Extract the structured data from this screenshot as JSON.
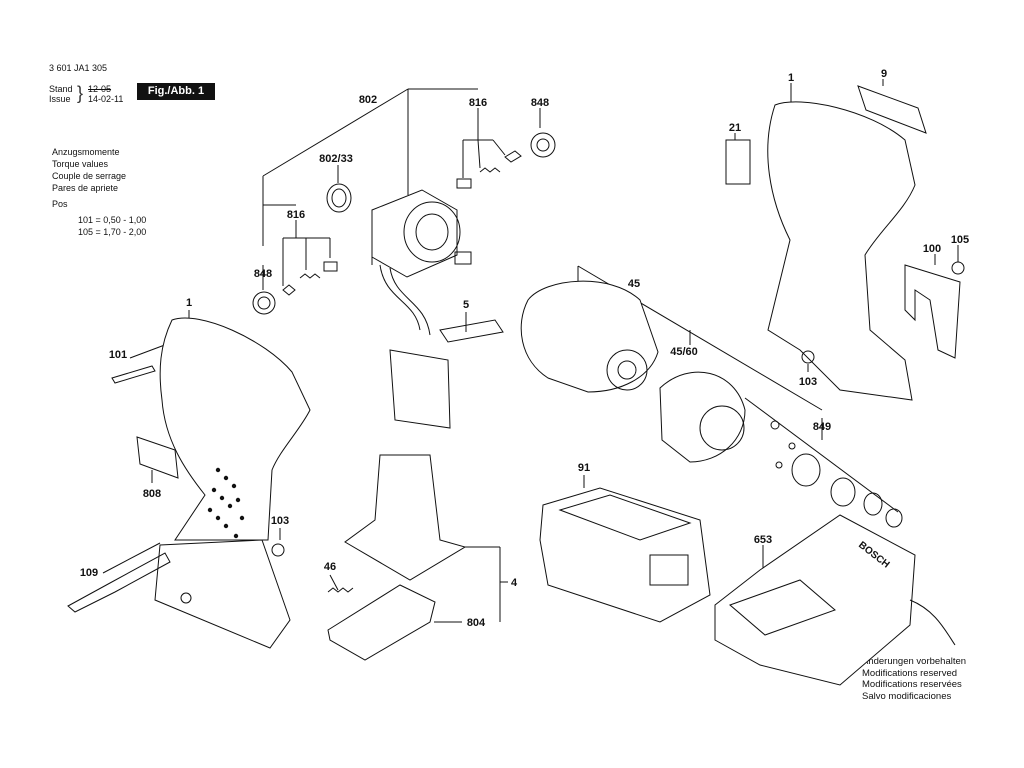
{
  "header": {
    "doc_number": "3 601 JA1 305",
    "stand_label": "Stand",
    "issue_label": "Issue",
    "stand_old": "12-05",
    "issue_date": "14-02-11",
    "figure_badge": "Fig./Abb. 1"
  },
  "torque": {
    "title_de": "Anzugsmomente",
    "title_en": "Torque values",
    "title_fr": "Couple de serrage",
    "title_es": "Pares de apriete",
    "pos_label": "Pos",
    "values": [
      "101 = 0,50 - 1,00",
      "105 = 1,70 - 2,00"
    ]
  },
  "modifications": [
    "Änderungen vorbehalten",
    "Modifications reserved",
    "Modifications reservées",
    "Salvo modificaciones"
  ],
  "part_labels": {
    "p1_top": "1",
    "p9": "9",
    "p21": "21",
    "p100": "100",
    "p105": "105",
    "p103_right": "103",
    "p802": "802",
    "p802_33": "802/33",
    "p816_top": "816",
    "p848_top": "848",
    "p816_left": "816",
    "p848_left": "848",
    "p1_left": "1",
    "p101": "101",
    "p808": "808",
    "p103_left": "103",
    "p109": "109",
    "p5": "5",
    "p45": "45",
    "p45_60": "45/60",
    "p849": "849",
    "p91": "91",
    "p653": "653",
    "p46": "46",
    "p4": "4",
    "p804": "804"
  },
  "charger_brand": "BOSCH"
}
